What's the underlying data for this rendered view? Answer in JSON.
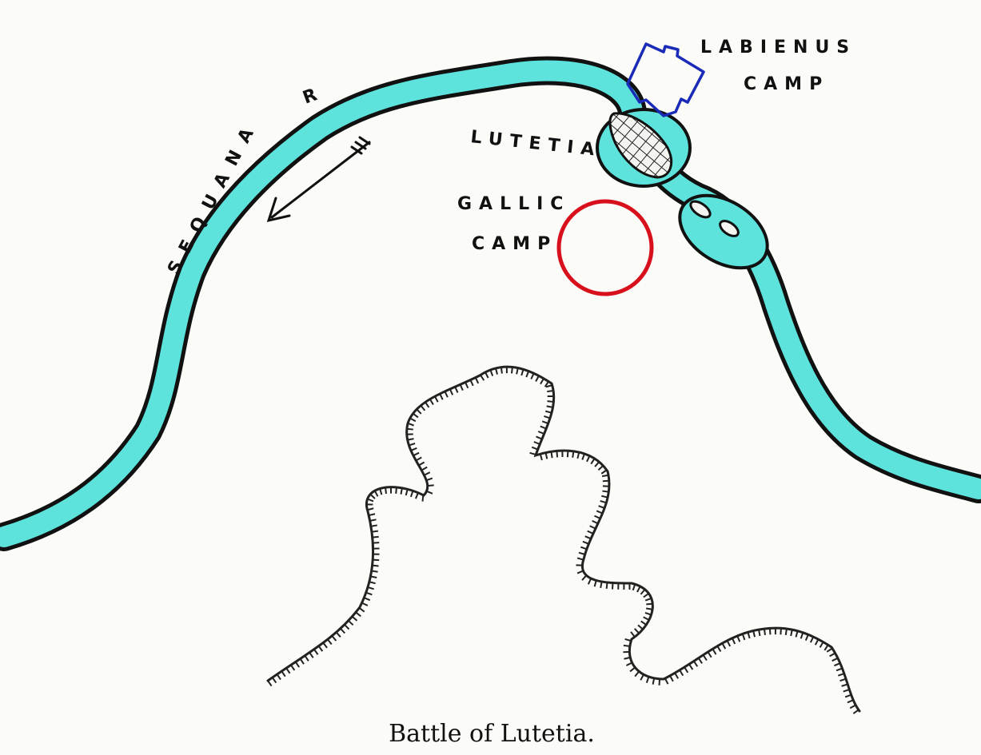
{
  "map": {
    "caption": "Battle of Lutetia.",
    "labels": {
      "river_name": "SEQUANA",
      "river_abbrev": "R",
      "town": "LUTETIA",
      "labienus_line1": "LABIENUS",
      "labienus_line2": "CAMP",
      "gallic_line1": "GALLIC",
      "gallic_line2": "CAMP"
    },
    "colors": {
      "river_fill": "#5de3dc",
      "river_bank": "#111111",
      "labienus_camp": "#1a2bb8",
      "gallic_camp": "#d8101c",
      "background": "#fbfbf8"
    },
    "icons": {
      "flow_arrow": "arrow-icon",
      "town_hatch": "crosshatch-icon",
      "hills": "hachure-ridge-icon"
    }
  }
}
